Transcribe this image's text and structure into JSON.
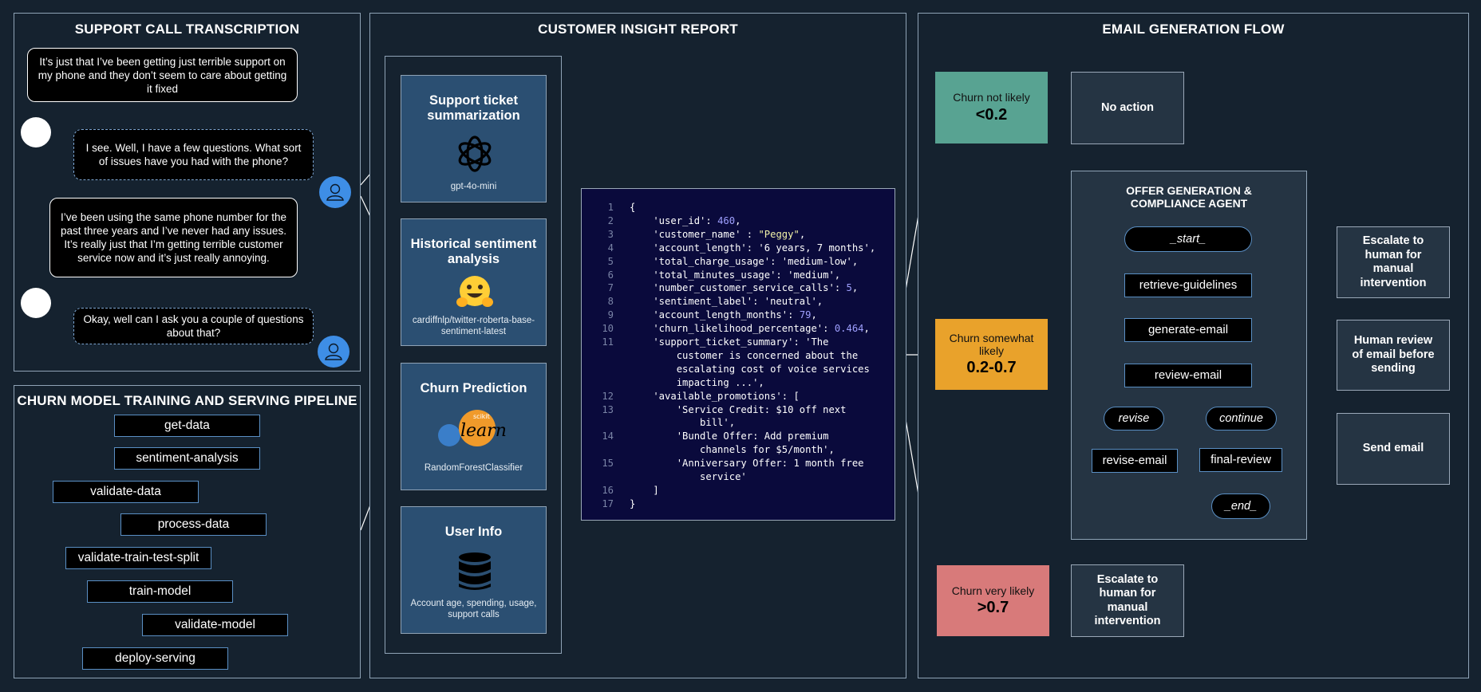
{
  "support": {
    "title": "SUPPORT CALL TRANSCRIPTION",
    "messages": [
      {
        "speaker": "customer",
        "text": "It’s just that I’ve  been getting just terrible support on my phone and they don’t seem to care about getting it fixed"
      },
      {
        "speaker": "agent",
        "text": "I see. Well, I have a few questions. What sort of issues have you had with the phone?"
      },
      {
        "speaker": "customer",
        "text": "I’ve been using the same phone number for the past three years and I’ve  never had any issues. It’s  really just that I’m getting terrible customer service now and it’s just really annoying."
      },
      {
        "speaker": "agent",
        "text": "Okay, well can I ask you a couple of questions about that?"
      }
    ]
  },
  "pipeline": {
    "title": "CHURN MODEL TRAINING AND SERVING PIPELINE",
    "steps": [
      "get-data",
      "sentiment-analysis",
      "validate-data",
      "process-data",
      "validate-train-test-split",
      "train-model",
      "validate-model",
      "deploy-serving"
    ]
  },
  "report": {
    "title": "CUSTOMER INSIGHT REPORT",
    "cards": [
      {
        "title": "Support ticket summarization",
        "subtitle": "gpt-4o-mini",
        "icon": "openai-logo-icon"
      },
      {
        "title": "Historical sentiment analysis",
        "subtitle": "cardiffnlp/twitter-roberta-base-sentiment-latest",
        "icon": "hugging-face-icon"
      },
      {
        "title": "Churn Prediction",
        "subtitle": "RandomForestClassifier",
        "icon": "scikit-learn-logo-icon",
        "logo_text": "learn",
        "logo_small": "scikit"
      },
      {
        "title": "User Info",
        "subtitle": "Account age, spending, usage, support calls",
        "icon": "database-icon"
      }
    ],
    "code": [
      {
        "n": "1",
        "t": "{"
      },
      {
        "n": "2",
        "t": "    'user_id': 460,"
      },
      {
        "n": "3",
        "t": "    'customer_name' : \"Peggy\","
      },
      {
        "n": "4",
        "t": "    'account_length': '6 years, 7 months',"
      },
      {
        "n": "5",
        "t": "    'total_charge_usage': 'medium-low',"
      },
      {
        "n": "6",
        "t": "    'total_minutes_usage': 'medium',"
      },
      {
        "n": "7",
        "t": "    'number_customer_service_calls': 5,"
      },
      {
        "n": "8",
        "t": "    'sentiment_label': 'neutral',"
      },
      {
        "n": "9",
        "t": "    'account_length_months': 79,"
      },
      {
        "n": "10",
        "t": "    'churn_likelihood_percentage': 0.464,"
      },
      {
        "n": "11",
        "t": "    'support_ticket_summary': 'The"
      },
      {
        "n": "",
        "t": "        customer is concerned about the"
      },
      {
        "n": "",
        "t": "        escalating cost of voice services"
      },
      {
        "n": "",
        "t": "        impacting ...',"
      },
      {
        "n": "12",
        "t": "    'available_promotions': ["
      },
      {
        "n": "13",
        "t": "        'Service Credit: $10 off next"
      },
      {
        "n": "",
        "t": "            bill',"
      },
      {
        "n": "14",
        "t": "        'Bundle Offer: Add premium"
      },
      {
        "n": "",
        "t": "            channels for $5/month',"
      },
      {
        "n": "15",
        "t": "        'Anniversary Offer: 1 month free"
      },
      {
        "n": "",
        "t": "            service'"
      },
      {
        "n": "16",
        "t": "    ]"
      },
      {
        "n": "17",
        "t": "}"
      }
    ]
  },
  "email": {
    "title": "EMAIL GENERATION FLOW",
    "not_likely": {
      "label": "Churn not likely",
      "value": "<0.2",
      "color": "#58a392"
    },
    "somewhat": {
      "label": "Churn somewhat likely",
      "value": "0.2-0.7",
      "color": "#e9a22b"
    },
    "very": {
      "label": "Churn very likely",
      "value": ">0.7",
      "color": "#d87a7a"
    },
    "no_action": "No action",
    "escalate_bottom": "Escalate to human for manual intervention",
    "agent_title": "OFFER GENERATION & COMPLIANCE AGENT",
    "nodes": {
      "start": "_start_",
      "retrieve": "retrieve-guidelines",
      "generate": "generate-email",
      "review": "review-email",
      "revise_label": "revise",
      "continue_label": "continue",
      "revise": "revise-email",
      "final": "final-review",
      "end": "_end_"
    },
    "outcomes": [
      "Escalate to human for manual intervention",
      "Human review of email before sending",
      "Send email"
    ]
  }
}
